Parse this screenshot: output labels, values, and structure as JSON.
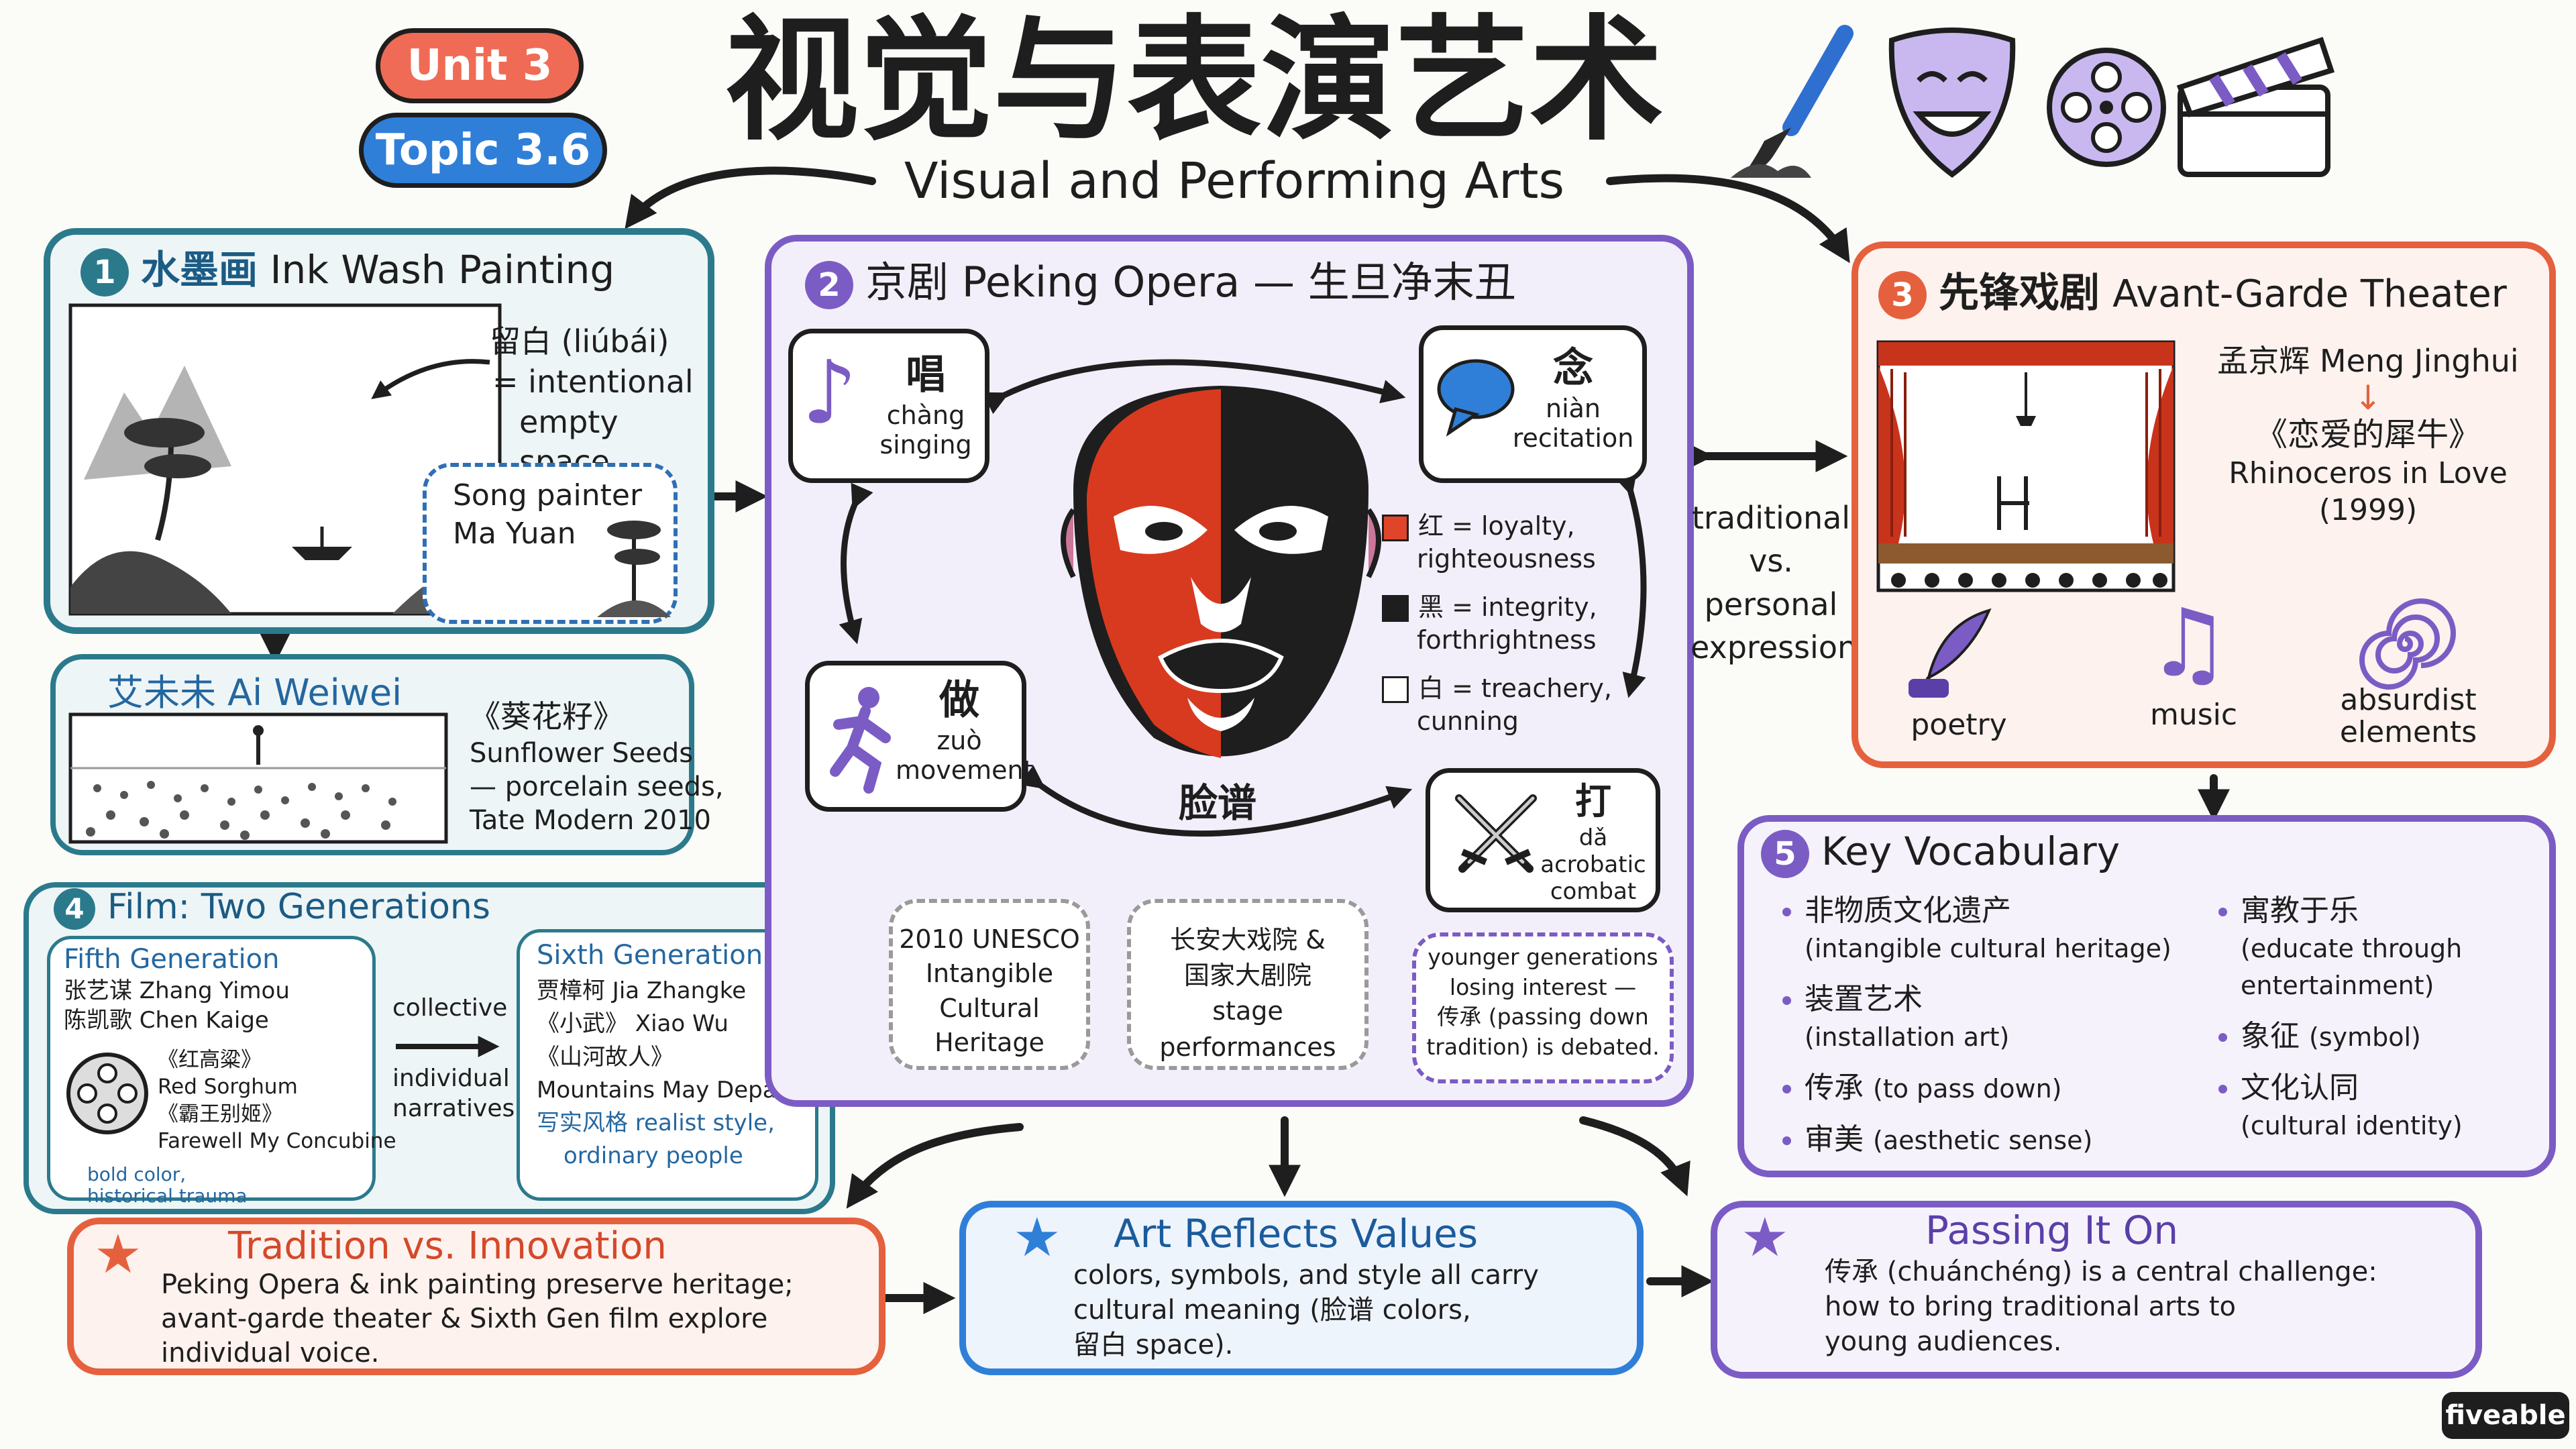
{
  "header": {
    "unit_badge": "Unit 3",
    "topic_badge": "Topic 3.6",
    "title_cn": "视觉与表演艺术",
    "title_en": "Visual and Performing Arts"
  },
  "colors": {
    "teal": "#2b7a8c",
    "purple": "#7b5cc4",
    "orange": "#e5613d",
    "red_badge": "#f06b55",
    "blue_badge": "#2f7fd8",
    "face_red": "#d83a1f"
  },
  "ink": {
    "num": "1",
    "title_cn": "水墨画",
    "title_en": "Ink Wash Painting",
    "liubai": "留白 (liúbái)",
    "liubai_def_1": "= intentional",
    "liubai_def_2": "empty space",
    "painter_1": "Song painter",
    "painter_2": "Ma Yuan"
  },
  "aiweiwei": {
    "name": "艾未未  Ai Weiwei",
    "work_cn": "《葵花籽》",
    "work_en": "Sunflower Seeds",
    "desc": "— porcelain seeds,",
    "venue": "Tate Modern 2010"
  },
  "film": {
    "num": "4",
    "title": "Film:  Two  Generations",
    "fifth": {
      "title": "Fifth Generation",
      "d1": "张艺谋  Zhang Yimou",
      "d2": "陈凯歌  Chen Kaige",
      "m1_cn": "《红高粱》",
      "m1_en": "Red Sorghum",
      "m2_cn": "《霸王别姬》",
      "m2_en": "Farewell My Concubine",
      "note1": "bold color,",
      "note2": "historical trauma"
    },
    "arrow_top": "collective",
    "arrow_bot_1": "individual",
    "arrow_bot_2": "narratives",
    "sixth": {
      "title": "Sixth Generation",
      "d1": "贾樟柯  Jia Zhangke",
      "m1": "《小武》  Xiao Wu",
      "m2_cn": "《山河故人》",
      "m2_en": "Mountains May Depart",
      "style1": "写实风格 realist style,",
      "style2": "ordinary people"
    }
  },
  "opera": {
    "num": "2",
    "title": "京剧   Peking Opera — 生旦净末丑",
    "chang": {
      "cn": "唱",
      "py": "chàng",
      "en": "singing"
    },
    "nian": {
      "cn": "念",
      "py": "niàn",
      "en": "recitation"
    },
    "zuo": {
      "cn": "做",
      "py": "zuò",
      "en": "movement"
    },
    "da": {
      "cn": "打",
      "py": "dǎ",
      "en1": "acrobatic",
      "en2": "combat"
    },
    "mask_label": "脸谱",
    "colors_legend": [
      {
        "line1": "红 = loyalty,",
        "line2": "righteousness",
        "color": "#e0452a"
      },
      {
        "line1": "黑 = integrity,",
        "line2": "forthrightness",
        "color": "#1e1e1e"
      },
      {
        "line1": "白 = treachery,",
        "line2": "cunning",
        "color": "#ffffff"
      }
    ],
    "bubble1": [
      "2010 UNESCO",
      "Intangible Cultural",
      "Heritage"
    ],
    "bubble2": [
      "长安大戏院 &",
      "国家大剧院",
      "stage performances"
    ],
    "bubble3": [
      "younger generations",
      "losing interest —",
      "传承 (passing down",
      "tradition) is debated."
    ]
  },
  "middle_label": [
    "traditional",
    "vs.",
    "personal",
    "expression"
  ],
  "avant": {
    "num": "3",
    "title_cn": "先锋戏剧",
    "title_en": "Avant-Garde Theater",
    "director": "孟京辉 Meng Jinghui",
    "play_cn": "《恋爱的犀牛》",
    "play_en": "Rhinoceros in Love",
    "year": "(1999)",
    "poetry": "poetry",
    "music": "music",
    "absurd1": "absurdist",
    "absurd2": "elements"
  },
  "vocab": {
    "num": "5",
    "title": "Key  Vocabulary",
    "left": [
      {
        "cn": "非物质文化遗产",
        "en": "(intangible cultural heritage)"
      },
      {
        "cn": "装置艺术",
        "en": "(installation art)"
      },
      {
        "cn": "传承",
        "en": "(to pass down)"
      },
      {
        "cn": "审美",
        "en": "(aesthetic sense)"
      }
    ],
    "right": [
      {
        "cn": "寓教于乐",
        "en1": "(educate through",
        "en2": "entertainment)"
      },
      {
        "cn": "象征",
        "en1": "(symbol)",
        "en2": ""
      },
      {
        "cn": "文化认同",
        "en1": "(cultural identity)",
        "en2": ""
      }
    ]
  },
  "takeaways": {
    "tradition": {
      "title": "Tradition  vs.  Innovation",
      "l1": "Peking Opera & ink painting preserve heritage;",
      "l2": "avant-garde theater & Sixth Gen film explore",
      "l3": "individual voice."
    },
    "values": {
      "title": "Art  Reflects  Values",
      "l1": "colors, symbols, and style all carry",
      "l2": "cultural meaning (脸谱 colors,",
      "l3": "留白 space)."
    },
    "passing": {
      "title": "Passing  It  On",
      "l1": "传承 (chuánchéng) is a central challenge:",
      "l2": "how to bring traditional arts to",
      "l3": "young audiences."
    }
  },
  "brand": "fiveable"
}
